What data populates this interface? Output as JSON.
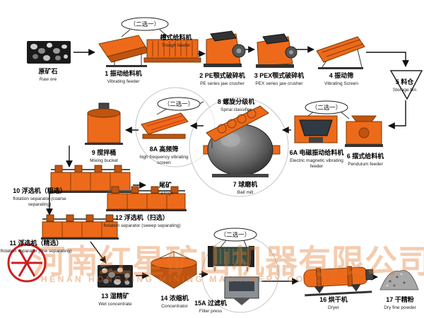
{
  "choice_label": "（二选一）",
  "watermark": {
    "cn": "河南红星矿山机器有限公司",
    "en": "HENAN HONGXING MINING MACHINERY CO.,LTD"
  },
  "colors": {
    "equipment_orange": "#ed6a1a",
    "equipment_dark": "#c05310",
    "outline": "#7a3a08",
    "watermark_orange": "#e1782d",
    "logo_red": "#cc2020"
  },
  "nodes": [
    {
      "num": "",
      "cn": "原矿石",
      "en": "Raw ore"
    },
    {
      "num": "1",
      "cn": "振动给料机",
      "en": "Vibrating feeder"
    },
    {
      "num": "",
      "cn": "槽式给料机",
      "en": "Trough feeder"
    },
    {
      "num": "2",
      "cn": "PE颚式破碎机",
      "en": "PE series jaw crusher"
    },
    {
      "num": "3",
      "cn": "PEX颚式破碎机",
      "en": "PEX series jaw crusher"
    },
    {
      "num": "4",
      "cn": "振动筛",
      "en": "Vibrating Screen"
    },
    {
      "num": "5",
      "cn": "料仓",
      "en": "Storage bin"
    },
    {
      "num": "6A",
      "cn": "电磁振动给料机",
      "en": "Electric magnetic vibrating feeder"
    },
    {
      "num": "6",
      "cn": "摆式给料机",
      "en": "Pendulum feeder"
    },
    {
      "num": "7",
      "cn": "球磨机",
      "en": "Ball mill"
    },
    {
      "num": "8",
      "cn": "螺旋分级机",
      "en": "Spiral classifier"
    },
    {
      "num": "8A",
      "cn": "高频筛",
      "en": "high frequency vibrating screen"
    },
    {
      "num": "9",
      "cn": "搅拌桶",
      "en": "Mixing bucket"
    },
    {
      "num": "10",
      "cn": "浮选机（粗选）",
      "en": "flotation separator (coarse separating)"
    },
    {
      "num": "",
      "cn": "尾矿",
      "en": "Tailings"
    },
    {
      "num": "12",
      "cn": "浮选机（扫选）",
      "en": "flotation separator (sweep separating)"
    },
    {
      "num": "11",
      "cn": "浮选机（精选）",
      "en": "flotation separator (fine separating)"
    },
    {
      "num": "13",
      "cn": "湿精矿",
      "en": "Wet concentrate"
    },
    {
      "num": "14",
      "cn": "浓缩机",
      "en": "Concentrator"
    },
    {
      "num": "15A",
      "cn": "过滤机",
      "en": "Filter press"
    },
    {
      "num": "16",
      "cn": "烘干机",
      "en": "Dryer"
    },
    {
      "num": "17",
      "cn": "干精粉",
      "en": "Dry fine powder"
    }
  ]
}
